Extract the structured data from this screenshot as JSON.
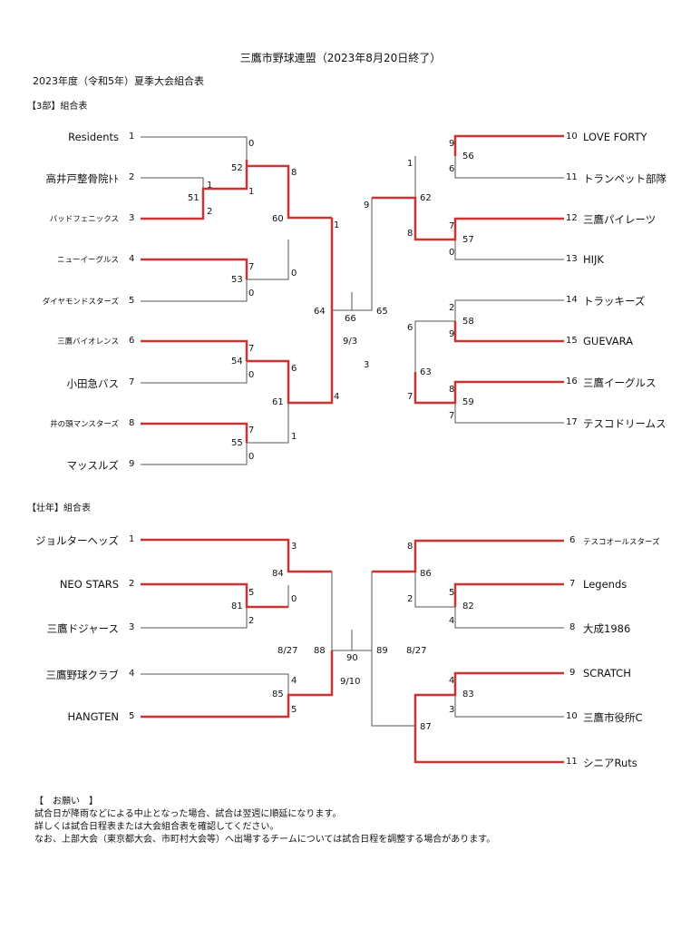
{
  "title": "三鷹市野球連盟（2023年8月20日終了）",
  "subtitle": "2023年度（令和5年）夏季大会組合表",
  "colors": {
    "win_line": "#cc3333",
    "line": "#555555"
  },
  "division3": {
    "heading": "【3部】組合表",
    "left_teams": [
      {
        "seed": "1",
        "name": "Residents"
      },
      {
        "seed": "2",
        "name": "高井戸整骨院ﾄﾄ"
      },
      {
        "seed": "3",
        "name": "バッドフェニックス"
      },
      {
        "seed": "4",
        "name": "ニューイーグルス"
      },
      {
        "seed": "5",
        "name": "ダイヤモンドスターズ"
      },
      {
        "seed": "6",
        "name": "三鷹バイオレンス"
      },
      {
        "seed": "7",
        "name": "小田急バス"
      },
      {
        "seed": "8",
        "name": "井の頭マンスターズ"
      },
      {
        "seed": "9",
        "name": "マッスルズ"
      }
    ],
    "right_teams": [
      {
        "seed": "10",
        "name": "LOVE  FORTY"
      },
      {
        "seed": "11",
        "name": "トランペット部隊"
      },
      {
        "seed": "12",
        "name": "三鷹パイレーツ"
      },
      {
        "seed": "13",
        "name": "HIJK"
      },
      {
        "seed": "14",
        "name": "トラッキーズ"
      },
      {
        "seed": "15",
        "name": "GUEVARA"
      },
      {
        "seed": "16",
        "name": "三鷹イーグルス"
      },
      {
        "seed": "17",
        "name": "テスコドリームス"
      }
    ],
    "games": {
      "g51": "51",
      "g52": "52",
      "g53": "53",
      "g54": "54",
      "g55": "55",
      "g60": "60",
      "g61": "61",
      "g64": "64",
      "g56": "56",
      "g57": "57",
      "g58": "58",
      "g59": "59",
      "g62": "62",
      "g63": "63",
      "g65": "65",
      "g66": "66"
    },
    "scores": {
      "s51a": "1",
      "s51b": "2",
      "s52a": "0",
      "s52b": "1",
      "s53a": "7",
      "s53b": "0",
      "s54a": "7",
      "s54b": "0",
      "s55a": "7",
      "s55b": "0",
      "s60a": "8",
      "s60b": "0",
      "s61a": "6",
      "s61b": "1",
      "s64a": "1",
      "s64b": "4",
      "s56a": "9",
      "s56b": "6",
      "s57a": "7",
      "s57b": "0",
      "s58a": "2",
      "s58b": "9",
      "s59a": "8",
      "s59b": "7",
      "s62a": "1",
      "s62b": "8",
      "s63a": "6",
      "s63b": "7",
      "s65a": "9",
      "s65b": "3"
    },
    "final_date": "9/3"
  },
  "senior": {
    "heading": "【壮年】組合表",
    "left_teams": [
      {
        "seed": "1",
        "name": "ジョルターヘッズ"
      },
      {
        "seed": "2",
        "name": "NEO  STARS"
      },
      {
        "seed": "3",
        "name": "三鷹ドジャース"
      },
      {
        "seed": "4",
        "name": "三鷹野球クラブ"
      },
      {
        "seed": "5",
        "name": "HANGTEN"
      }
    ],
    "right_teams": [
      {
        "seed": "6",
        "name": "テスコオールスターズ"
      },
      {
        "seed": "7",
        "name": "Legends"
      },
      {
        "seed": "8",
        "name": "大成1986"
      },
      {
        "seed": "9",
        "name": "SCRATCH"
      },
      {
        "seed": "10",
        "name": "三鷹市役所C"
      },
      {
        "seed": "11",
        "name": "シニアRuts"
      }
    ],
    "games": {
      "g81": "81",
      "g82": "82",
      "g83": "83",
      "g84": "84",
      "g85": "85",
      "g86": "86",
      "g87": "87",
      "g88": "88",
      "g89": "89",
      "g90": "90"
    },
    "scores": {
      "s81a": "5",
      "s81b": "2",
      "s84a": "3",
      "s84b": "0",
      "s85a": "4",
      "s85b": "5",
      "s82a": "5",
      "s82b": "4",
      "s83a": "4",
      "s83b": "3",
      "s86a": "8",
      "s86b": "2"
    },
    "semi_date_left": "8/27",
    "semi_date_right": "8/27",
    "final_date": "9/10"
  },
  "notes": {
    "heading": "【　お願い　】",
    "lines": [
      "試合日が降雨などによる中止となった場合、試合は翌週に順延になります。",
      "詳しくは試合日程表または大会組合表を確認してください。",
      "なお、上部大会（東京都大会、市町村大会等）へ出場するチームについては試合日程を調整する場合があります。"
    ]
  }
}
